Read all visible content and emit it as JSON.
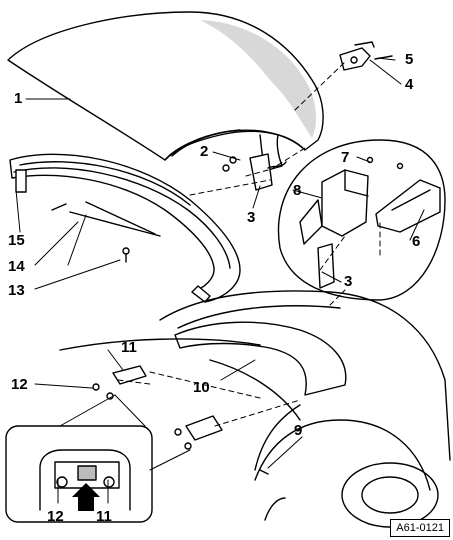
{
  "callouts": {
    "c1": "1",
    "c2": "2",
    "c3a": "3",
    "c3b": "3",
    "c4": "4",
    "c5": "5",
    "c6": "6",
    "c7": "7",
    "c8": "8",
    "c9": "9",
    "c10": "10",
    "c11a": "11",
    "c11b": "11",
    "c12a": "12",
    "c12b": "12",
    "c13": "13",
    "c14": "14",
    "c15": "15"
  },
  "reference": "A61-0121"
}
